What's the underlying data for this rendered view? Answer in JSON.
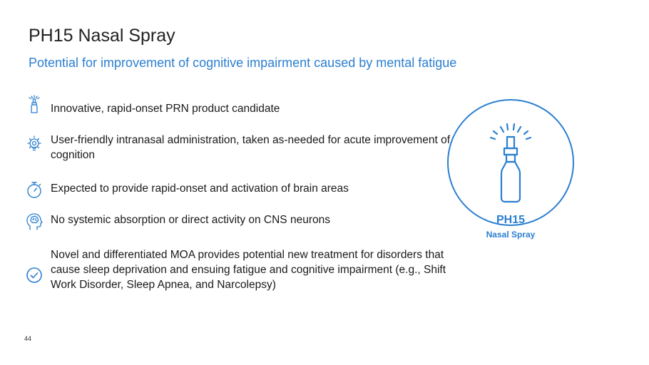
{
  "slide": {
    "title": "PH15 Nasal Spray",
    "subtitle": "Potential for improvement of cognitive impairment caused by mental fatigue",
    "page_number": "44"
  },
  "bullets": [
    {
      "icon": "nasal-spray-icon",
      "text": "Innovative, rapid-onset PRN product candidate"
    },
    {
      "icon": "lightbulb-brain-icon",
      "text": "User-friendly intranasal administration, taken as-needed for acute improvement of cognition"
    },
    {
      "icon": "stopwatch-icon",
      "text": "Expected to provide rapid-onset and activation of brain areas"
    },
    {
      "icon": "head-brain-icon",
      "text": "No systemic absorption or direct activity on CNS neurons"
    },
    {
      "icon": "checkmark-circle-icon",
      "text": "Novel and differentiated MOA provides potential new treatment for disorders that cause sleep deprivation and ensuing fatigue and cognitive impairment (e.g., Shift Work Disorder, Sleep Apnea, and Narcolepsy)"
    }
  ],
  "product": {
    "name": "PH15",
    "subtitle": "Nasal Spray",
    "icon": "nasal-spray-icon"
  },
  "colors": {
    "accent": "#2b7fd0",
    "text": "#1a1a1a"
  }
}
